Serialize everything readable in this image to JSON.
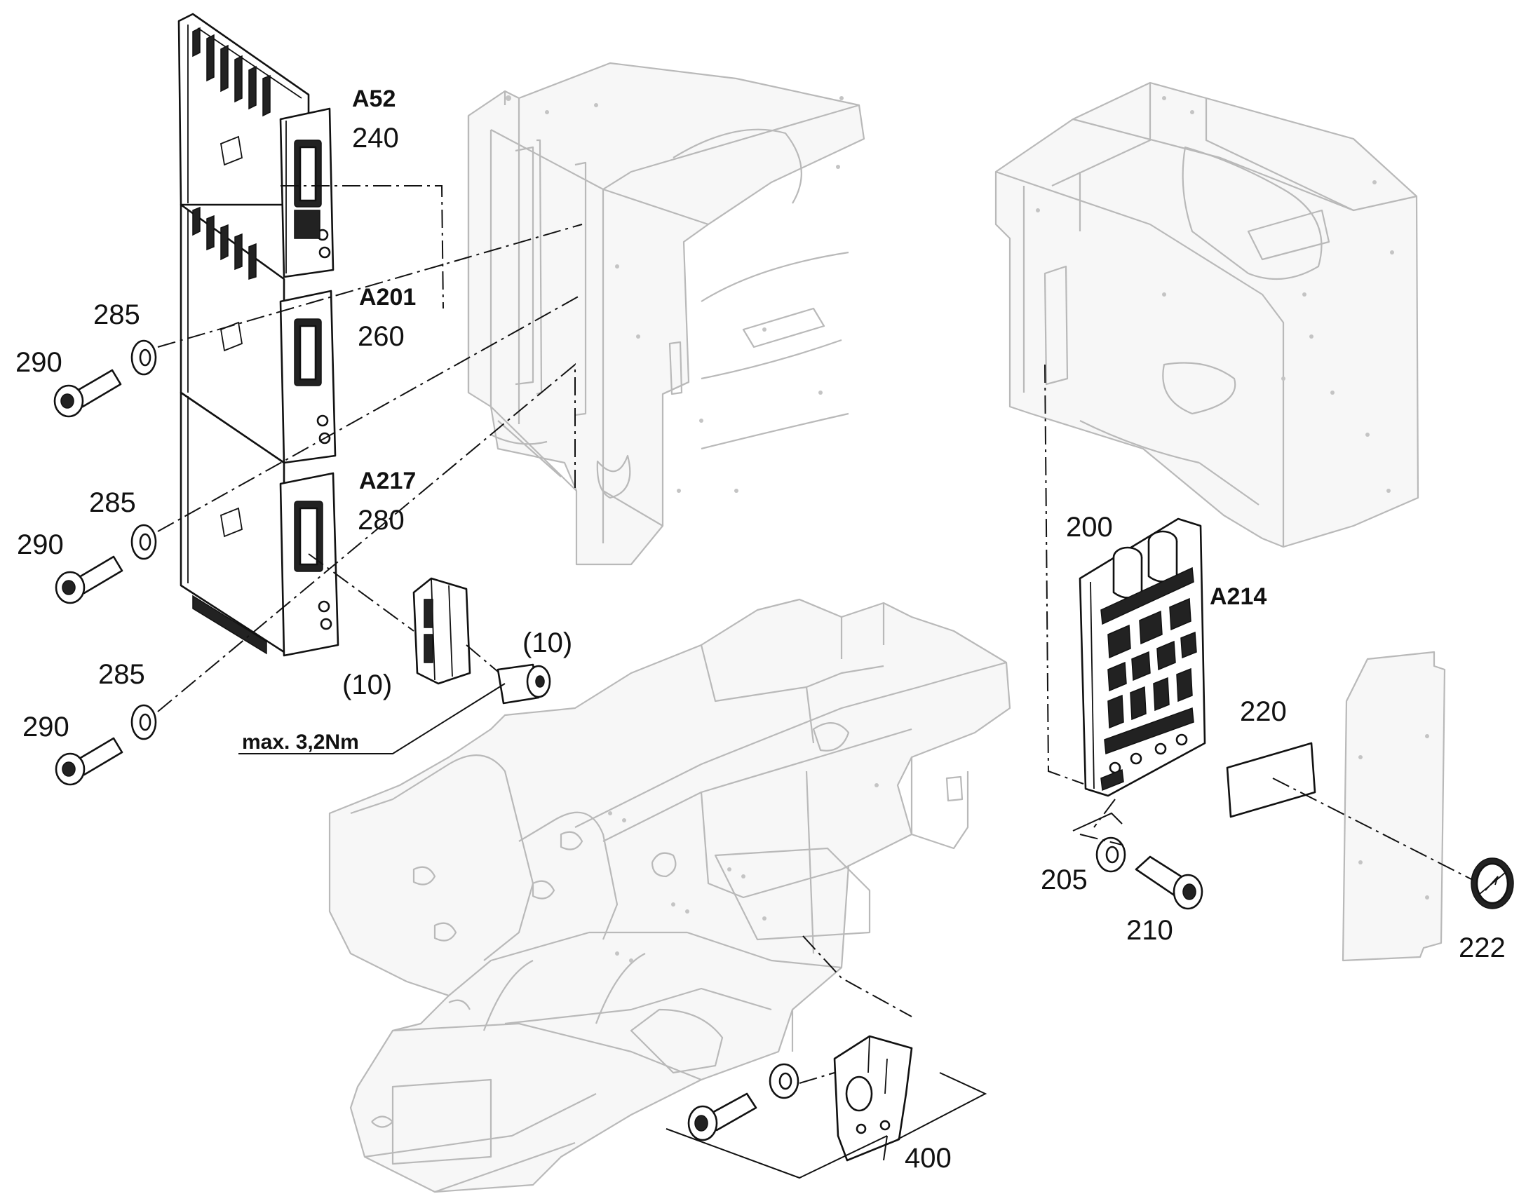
{
  "callouts": {
    "a52_code": "A52",
    "a52_num": "240",
    "a201_code": "A201",
    "a201_num": "260",
    "a217_code": "A217",
    "a217_num": "280",
    "washer_1": "285",
    "bolt_1": "290",
    "washer_2": "285",
    "bolt_2": "290",
    "washer_3": "285",
    "bolt_3": "290",
    "plug_ref_a": "(10)",
    "plug_ref_b": "(10)",
    "torque_note": "max. 3,2Nm",
    "board_num": "200",
    "board_code": "A214",
    "label_sheet": "220",
    "washer_board": "205",
    "bolt_board": "210",
    "sticker": "222",
    "bracket_kit": "400"
  },
  "colors": {
    "ink": "#111111",
    "ghost": "#b9b9b9"
  }
}
